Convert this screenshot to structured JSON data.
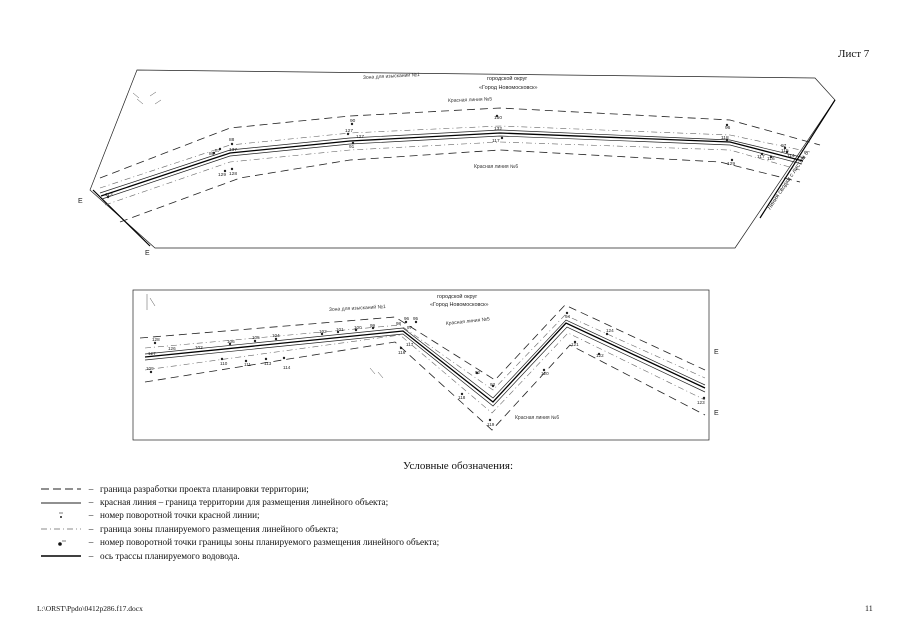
{
  "sheet": {
    "label": "Лист 7"
  },
  "map_top": {
    "district_label_1": "городской округ",
    "district_label_2": "«Город Новомосковск»",
    "zone_label": "Зона для изысканий №1",
    "red_line_upper": "Красная линия №5",
    "red_line_lower": "Красная линия №6",
    "match_line": "Линия сводки с листом 6",
    "section_marker": "Е",
    "points": [
      {
        "label": "88"
      },
      {
        "label": "87"
      },
      {
        "label": "86"
      },
      {
        "label": "137"
      },
      {
        "label": "129"
      },
      {
        "label": "128"
      },
      {
        "label": "90"
      },
      {
        "label": "127"
      },
      {
        "label": "127"
      },
      {
        "label": "91"
      },
      {
        "label": "150"
      },
      {
        "label": "132"
      },
      {
        "label": "117"
      },
      {
        "label": "96"
      },
      {
        "label": "118"
      },
      {
        "label": "117"
      },
      {
        "label": "116"
      },
      {
        "label": "115"
      },
      {
        "label": "129"
      },
      {
        "label": "97"
      },
      {
        "label": "114"
      },
      {
        "label": "113"
      }
    ]
  },
  "map_bottom": {
    "district_label_1": "городской округ",
    "district_label_2": "«Город Новомосковск»",
    "zone_label": "Зона для изысканий №1",
    "red_line_upper": "Красная линия №5",
    "red_line_lower": "Красная линия №6",
    "section_marker": "Е",
    "points": [
      {
        "label": "128"
      },
      {
        "label": "127"
      },
      {
        "label": "109"
      },
      {
        "label": "126"
      },
      {
        "label": "106"
      },
      {
        "label": "105"
      },
      {
        "label": "104"
      },
      {
        "label": "103"
      },
      {
        "label": "110"
      },
      {
        "label": "111"
      },
      {
        "label": "113"
      },
      {
        "label": "114"
      },
      {
        "label": "102"
      },
      {
        "label": "101"
      },
      {
        "label": "100"
      },
      {
        "label": "99"
      },
      {
        "label": "98"
      },
      {
        "label": "97"
      },
      {
        "label": "96"
      },
      {
        "label": "95"
      },
      {
        "label": "116"
      },
      {
        "label": "117"
      },
      {
        "label": "118"
      },
      {
        "label": "119"
      },
      {
        "label": "120"
      },
      {
        "label": "92"
      },
      {
        "label": "93"
      },
      {
        "label": "94"
      },
      {
        "label": "121"
      },
      {
        "label": "122"
      },
      {
        "label": "123"
      },
      {
        "label": "124"
      }
    ]
  },
  "legend": {
    "title": "Условные обозначения:",
    "items": [
      {
        "text": "граница разработки проекта планировки территории;"
      },
      {
        "text": "красная линия – граница территории для размещения линейного объекта;"
      },
      {
        "text": "номер поворотной точки красной линии;"
      },
      {
        "text": "граница зоны планируемого размещения линейного объекта;"
      },
      {
        "text": "номер поворотной точки границы зоны планируемого размещения линейного объекта;"
      },
      {
        "text": "ось трассы планируемого водовода."
      }
    ],
    "dash": "–"
  },
  "footer": {
    "path": "L:\\ORST\\Ppdo\\0412p286.f17.docx",
    "page_number": "11"
  }
}
